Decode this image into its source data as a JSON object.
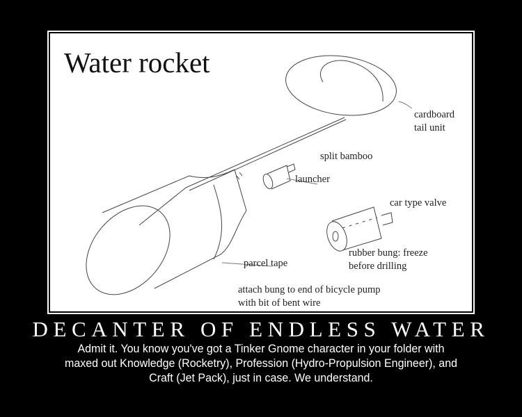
{
  "diagram": {
    "title": "Water rocket",
    "labels": {
      "cardboard_tail_1": "cardboard",
      "cardboard_tail_2": "tail unit",
      "split_bamboo": "split bamboo",
      "launcher": "launcher",
      "car_type_valve": "car type valve",
      "rubber_bung_1": "rubber bung: freeze",
      "rubber_bung_2": "before drilling",
      "parcel_tape": "parcel tape",
      "attach_1": "attach bung to end of bicycle pump",
      "attach_2": "with bit of bent wire"
    }
  },
  "poster": {
    "title": "DECANTER OF ENDLESS WATER",
    "caption_lines": [
      "Admit it.  You know you've got a Tinker Gnome character in your folder with",
      "maxed out Knowledge (Rocketry), Profession (Hydro-Propulsion Engineer), and",
      "Craft (Jet Pack), just in case.  We understand."
    ]
  }
}
